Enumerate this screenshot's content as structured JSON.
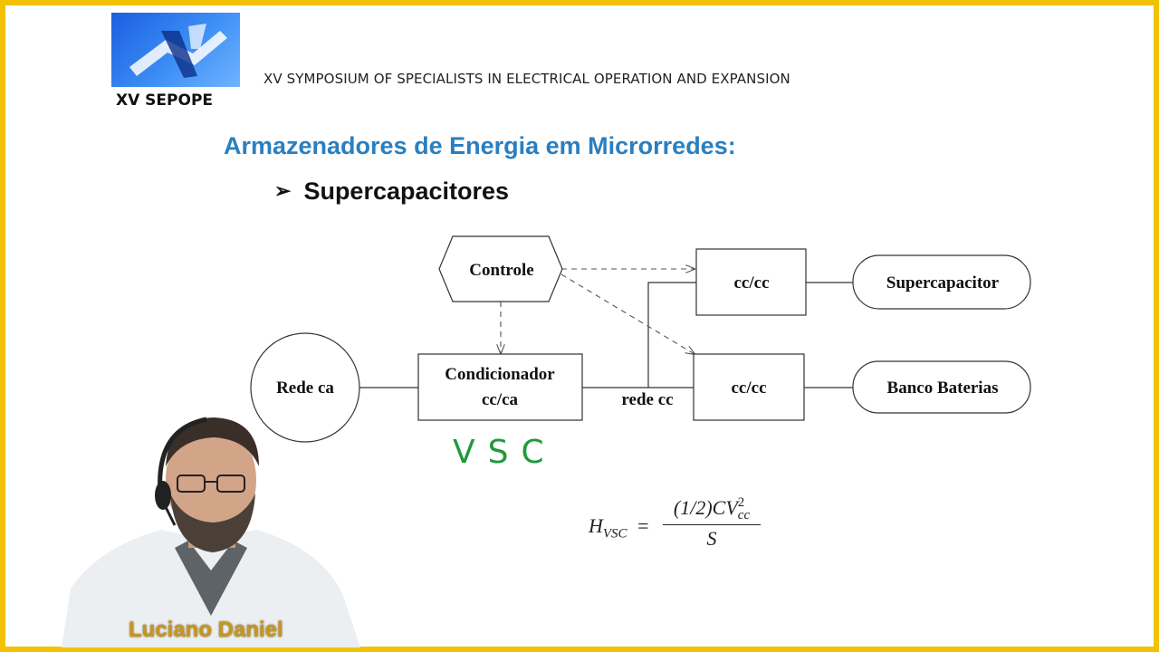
{
  "header": {
    "logo_caption": "XV SEPOPE",
    "symposium": "XV SYMPOSIUM OF SPECIALISTS IN ELECTRICAL OPERATION AND EXPANSION"
  },
  "slide": {
    "title": "Armazenadores de Energia em Microrredes:",
    "bullet_glyph": "➢",
    "bullet": "Supercapacitores"
  },
  "diagram": {
    "controle": "Controle",
    "rede_ca": "Rede ca",
    "condicionador_line1": "Condicionador",
    "condicionador_line2": "cc/ca",
    "rede_cc": "rede cc",
    "cccc_top": "cc/cc",
    "cccc_bottom": "cc/cc",
    "supercapacitor": "Supercapacitor",
    "banco_baterias": "Banco Baterias",
    "annotation": "VSC"
  },
  "formula": {
    "lhs_symbol": "H",
    "lhs_subscript": "VSC",
    "equals": "=",
    "num_prefix": "(1/2)CV",
    "num_superscript": "2",
    "num_subscript": "cc",
    "denominator": "S"
  },
  "presenter": {
    "name": "Luciano Daniel"
  },
  "colors": {
    "frame": "#f2c200",
    "title": "#2a7fc0",
    "annotation": "#1f9a3a",
    "name": "#c8961e"
  }
}
